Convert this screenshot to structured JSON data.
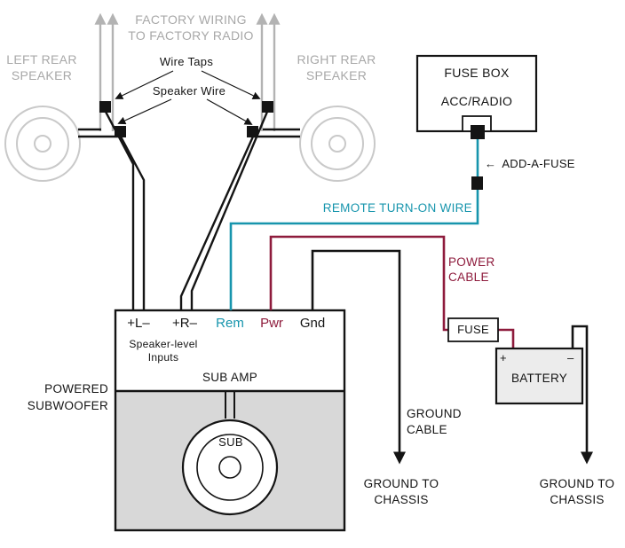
{
  "colors": {
    "remote_wire": "#1795ad",
    "power_wire": "#8e1b3c",
    "factory_gray": "#b3b3b3"
  },
  "factory": {
    "wiring_label": "FACTORY WIRING\nTO FACTORY RADIO",
    "wire_taps_label": "Wire Taps",
    "speaker_wire_label": "Speaker Wire"
  },
  "speakers": {
    "left_label": "LEFT REAR\nSPEAKER",
    "right_label": "RIGHT REAR\nSPEAKER"
  },
  "fuse_box": {
    "title": "FUSE BOX",
    "slot_label": "ACC/RADIO",
    "add_a_fuse_arrow": "←",
    "add_a_fuse_label": "ADD-A-FUSE"
  },
  "wires": {
    "remote_label": "REMOTE TURN-ON WIRE",
    "power_label": "POWER\nCABLE",
    "ground_label": "GROUND\nCABLE"
  },
  "amp": {
    "terminals": [
      {
        "label": "+L–",
        "color": "#141414"
      },
      {
        "label": "+R–",
        "color": "#141414"
      },
      {
        "label": "Rem",
        "color": "#1795ad"
      },
      {
        "label": "Pwr",
        "color": "#8e1b3c"
      },
      {
        "label": "Gnd",
        "color": "#141414"
      }
    ],
    "inputs_label": "Speaker-level\nInputs",
    "sub_amp_label": "SUB AMP",
    "sub_label": "SUB",
    "powered_subwoofer_label": "POWERED\nSUBWOOFER"
  },
  "power": {
    "fuse_label": "FUSE",
    "battery_label": "BATTERY",
    "battery_plus": "+",
    "battery_minus": "–"
  },
  "grounds": {
    "amp_chassis_label": "GROUND TO\nCHASSIS",
    "battery_chassis_label": "GROUND TO\nCHASSIS"
  }
}
